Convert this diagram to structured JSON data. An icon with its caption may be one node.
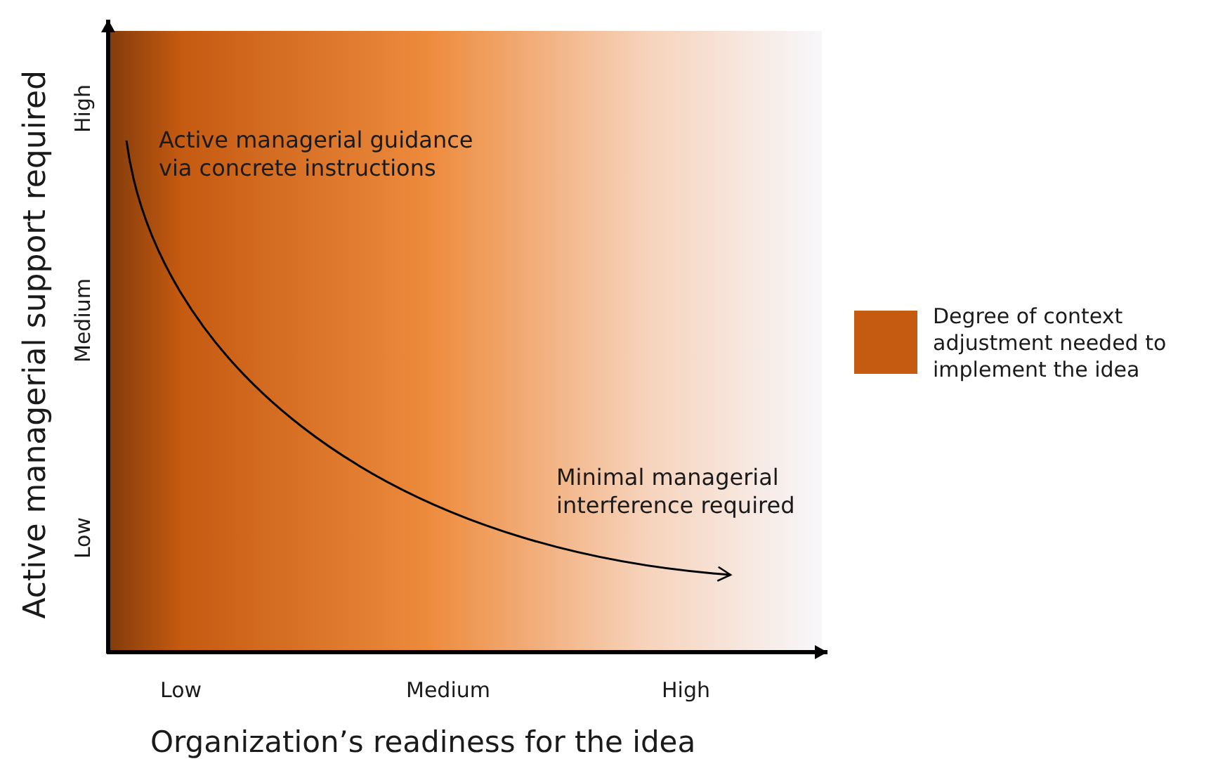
{
  "diagram": {
    "labels": [
      "Active managerial support required",
      "High",
      "Medium",
      "Low",
      "Active managerial guidance via concrete instructions",
      "Minimal managerial interference required",
      "Low",
      "Medium",
      "High",
      "Organization’s readiness for the idea"
    ],
    "legend": [
      {
        "text": "Degree of context adjustment needed to implement the idea",
        "color": "#c55a11"
      }
    ]
  }
}
